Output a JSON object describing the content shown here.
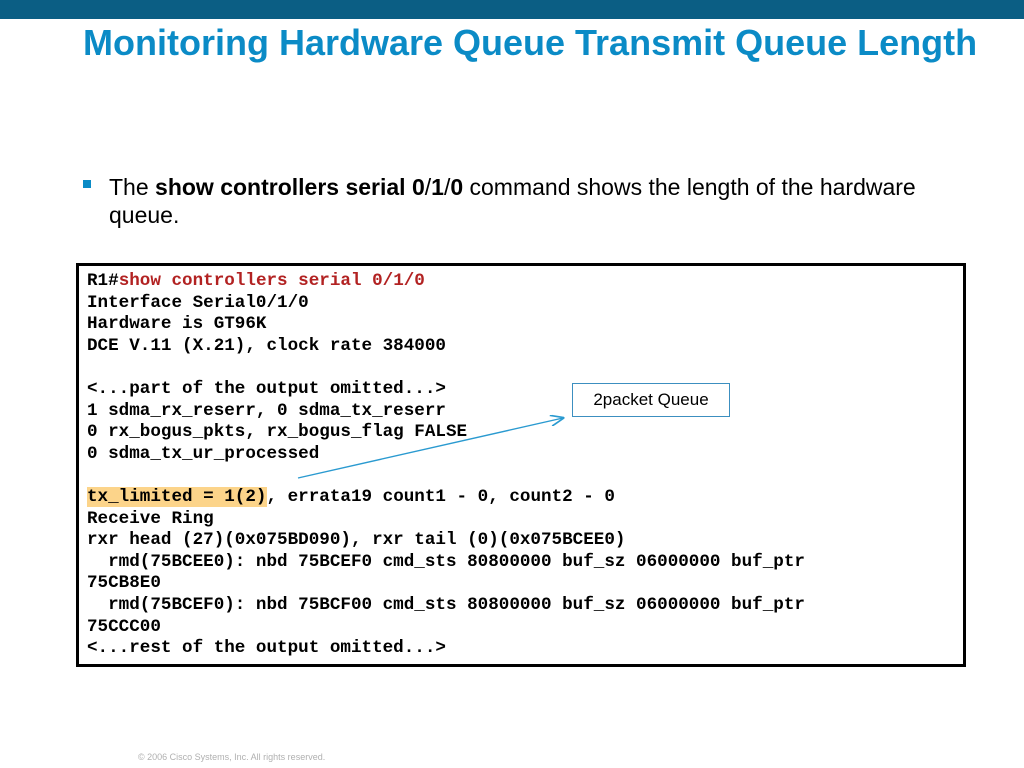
{
  "slide": {
    "title": "Monitoring Hardware Queue Transmit Queue Length",
    "bullet": {
      "prefix": "The ",
      "bold_command": "show controllers serial 0",
      "slash1": "/",
      "bold_1": "1",
      "slash2": "/",
      "bold_0": "0",
      "suffix": " command shows the length of the hardware queue."
    },
    "code": {
      "prompt": "R1#",
      "command": "show controllers serial 0/1/0",
      "lines_a": [
        "Interface Serial0/1/0",
        "Hardware is GT96K",
        "DCE V.11 (X.21), clock rate 384000",
        "",
        "<...part of the output omitted...>",
        "1 sdma_rx_reserr, 0 sdma_tx_reserr",
        "0 rx_bogus_pkts, rx_bogus_flag FALSE",
        "0 sdma_tx_ur_processed",
        ""
      ],
      "highlight": "tx_limited = 1(2)",
      "highlight_rest": ", errata19 count1 - 0, count2 - 0",
      "lines_b": [
        "Receive Ring",
        "rxr head (27)(0x075BD090), rxr tail (0)(0x075BCEE0)",
        "  rmd(75BCEE0): nbd 75BCEF0 cmd_sts 80800000 buf_sz 06000000 buf_ptr",
        "75CB8E0",
        "  rmd(75BCEF0): nbd 75BCF00 cmd_sts 80800000 buf_sz 06000000 buf_ptr",
        "75CCC00",
        "<...rest of the output omitted...>"
      ]
    },
    "callout": "2packet Queue",
    "footer": "© 2006 Cisco Systems, Inc. All rights reserved.",
    "colors": {
      "top_bar": "#0b5e84",
      "title": "#0b8bc6",
      "command": "#b22222",
      "highlight": "#fcd48a",
      "callout_border": "#3c8fc0"
    }
  }
}
